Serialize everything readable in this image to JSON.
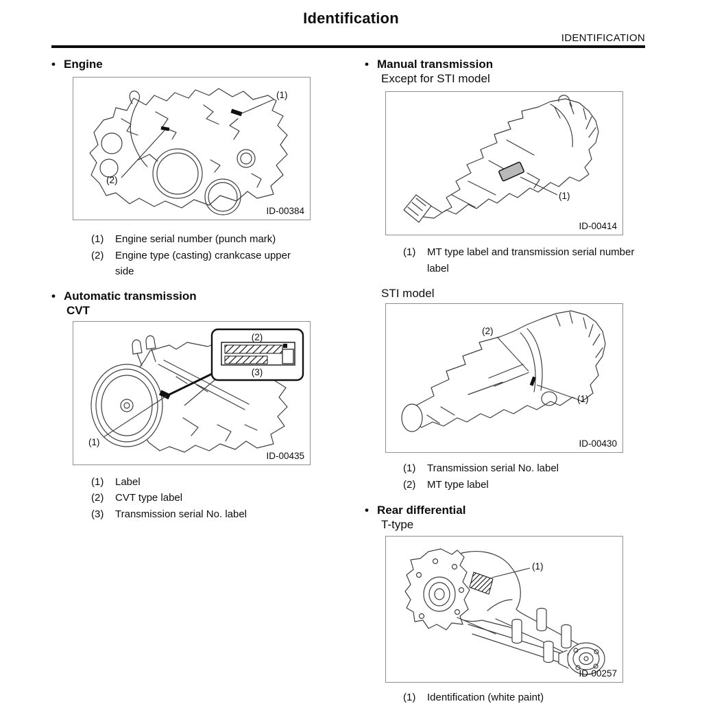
{
  "page": {
    "title": "Identification",
    "header_right": "IDENTIFICATION",
    "bullet": "•"
  },
  "colors": {
    "text": "#0d0d0d",
    "figure_border": "#8f8f8f",
    "line_art": "#3d3d3d",
    "label_gray": "#b9b9b9"
  },
  "sections": {
    "engine": {
      "heading": "Engine",
      "figure_id": "ID-00384",
      "callouts": {
        "c1": "(1)",
        "c2": "(2)"
      },
      "items": [
        {
          "num": "(1)",
          "text": "Engine serial number (punch mark)"
        },
        {
          "num": "(2)",
          "text": "Engine type (casting) crankcase upper side"
        }
      ]
    },
    "automatic": {
      "heading": "Automatic transmission",
      "subheading": "CVT",
      "figure_id": "ID-00435",
      "callouts": {
        "c1": "(1)",
        "c2": "(2)",
        "c3": "(3)"
      },
      "items": [
        {
          "num": "(1)",
          "text": "Label"
        },
        {
          "num": "(2)",
          "text": "CVT type label"
        },
        {
          "num": "(3)",
          "text": "Transmission serial No. label"
        }
      ]
    },
    "manual": {
      "heading": "Manual transmission",
      "subheading": "Except for STI model",
      "figure_id": "ID-00414",
      "callouts": {
        "c1": "(1)"
      },
      "items": [
        {
          "num": "(1)",
          "text": "MT type label and transmission serial number label"
        }
      ]
    },
    "sti": {
      "subheading": "STI model",
      "figure_id": "ID-00430",
      "callouts": {
        "c1": "(1)",
        "c2": "(2)"
      },
      "items": [
        {
          "num": "(1)",
          "text": "Transmission serial No. label"
        },
        {
          "num": "(2)",
          "text": "MT type label"
        }
      ]
    },
    "rear_diff": {
      "heading": "Rear differential",
      "subheading": "T-type",
      "figure_id": "ID-00257",
      "callouts": {
        "c1": "(1)"
      },
      "items": [
        {
          "num": "(1)",
          "text": "Identification (white paint)"
        }
      ]
    }
  }
}
